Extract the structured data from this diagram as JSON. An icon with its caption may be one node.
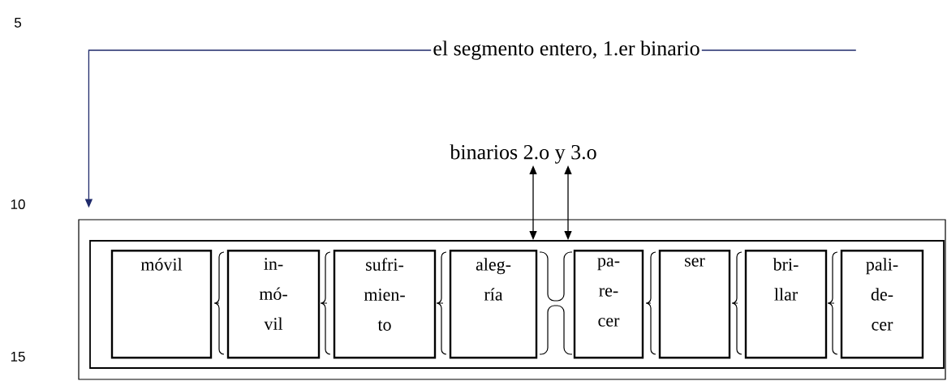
{
  "diagram": {
    "nodes": [
      {
        "text": [
          "el segmento entero, 1.er binario"
        ]
      },
      {
        "text": [
          "binarios 2.o y 3.o"
        ]
      },
      {
        "text": [],
        "shape": "box"
      },
      {
        "text": [],
        "shape": "box",
        "in": 2
      },
      {
        "text": [
          "móvil"
        ],
        "in": 3
      },
      {
        "text": [
          "in- mó- vil"
        ],
        "in": 3
      },
      {
        "text": [
          "sufri- mien- to"
        ],
        "in": 3
      },
      {
        "text": [
          "aleg- ría"
        ],
        "in": 3
      },
      {
        "text": [
          "pa- re- cer"
        ],
        "in": 3
      },
      {
        "text": [
          "ser"
        ],
        "in": 3
      },
      {
        "text": [
          "bri- llar"
        ],
        "in": 3
      },
      {
        "text": [
          "pali- de- cer"
        ],
        "in": 3
      }
    ],
    "edges": [
      {
        "from": 0,
        "to": 2,
        "arrow": "to",
        "color": "#1f2a6b"
      },
      {
        "from": 0,
        "to": null,
        "arrow": "none",
        "color": "#1f2a6b"
      },
      {
        "from": 1,
        "to": 3,
        "arrow": "both",
        "color": "#000000"
      },
      {
        "from": 1,
        "to": 3,
        "arrow": "both",
        "color": "#000000"
      }
    ],
    "labels": [
      "5",
      "10",
      "15"
    ]
  }
}
